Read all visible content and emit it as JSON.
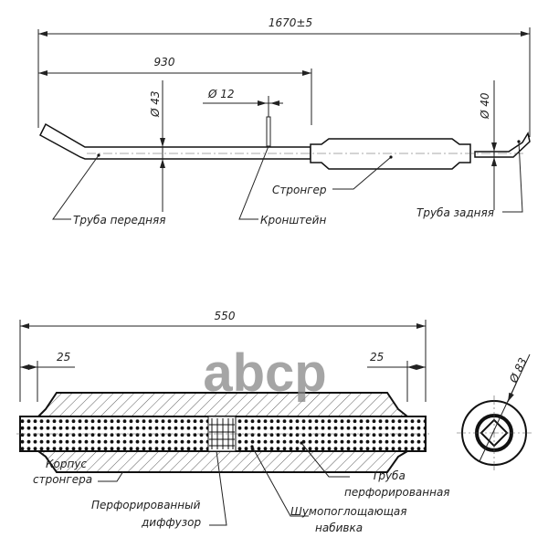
{
  "top_view": {
    "dim_total": "1670±5",
    "dim_930": "930",
    "dia_front": "Ø 43",
    "dia_bracket": "Ø 12",
    "dia_rear": "Ø 40",
    "labels": {
      "front_pipe": "Труба передняя",
      "bracket": "Кронштейн",
      "stronger": "Стронгер",
      "rear_pipe": "Труба задняя"
    }
  },
  "section_view": {
    "dim_total": "550",
    "dim_left": "25",
    "dim_right": "25",
    "dia_body": "Ø 83",
    "labels": {
      "body_line1": "Корпус",
      "body_line2": "стронгера",
      "diffuser_line1": "Перфорированный",
      "diffuser_line2": "диффузор",
      "packing_line1": "Шумопоглощающая",
      "packing_line2": "набивка",
      "perf_pipe_line1": "Труба",
      "perf_pipe_line2": "перфорированная"
    }
  },
  "watermark": "abcp"
}
